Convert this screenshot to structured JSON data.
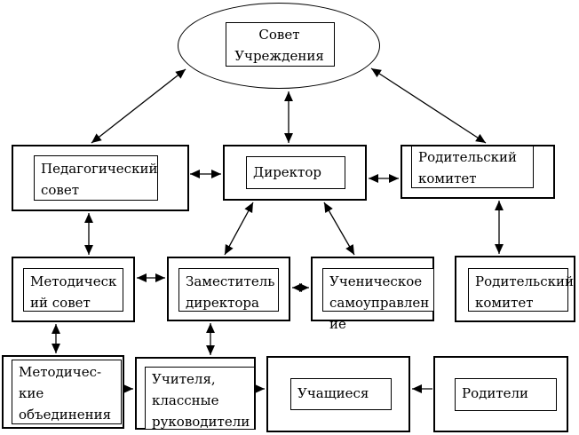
{
  "diagram": {
    "colors": {
      "line": "#000000",
      "background": "#ffffff"
    },
    "nodes": {
      "sovet": {
        "label": "Совет\nУчреждения"
      },
      "pedsovet": {
        "label": "Педагогический\nсовет"
      },
      "direktor": {
        "label": "Директор"
      },
      "rodkomitet_top": {
        "label": "Родительский\nкомитет"
      },
      "metodsovet": {
        "label": "Методическ\nий совет"
      },
      "zamdirektora": {
        "label": "Заместитель\nдиректора"
      },
      "uchensamoupr": {
        "label": "Ученическое\nсамоуправлен\nие"
      },
      "rodkomitet_bottom": {
        "label": "Родительский\nкомитет"
      },
      "metodobedineniya": {
        "label": "Методичес-\nкие\nобъединения"
      },
      "uchitelya": {
        "label": "Учителя,\nклассные\nруководители"
      },
      "uchashchiesya": {
        "label": "Учащиеся"
      },
      "roditeli": {
        "label": "Родители"
      }
    },
    "edges": [
      {
        "from": "sovet",
        "to": "pedsovet",
        "arrows": "both"
      },
      {
        "from": "sovet",
        "to": "direktor",
        "arrows": "both"
      },
      {
        "from": "sovet",
        "to": "rodkomitet_top",
        "arrows": "both"
      },
      {
        "from": "pedsovet",
        "to": "direktor",
        "arrows": "both"
      },
      {
        "from": "direktor",
        "to": "rodkomitet_top",
        "arrows": "both"
      },
      {
        "from": "pedsovet",
        "to": "metodsovet",
        "arrows": "both"
      },
      {
        "from": "direktor",
        "to": "zamdirektora",
        "arrows": "both"
      },
      {
        "from": "direktor",
        "to": "uchensamoupr",
        "arrows": "both"
      },
      {
        "from": "rodkomitet_top",
        "to": "rodkomitet_bottom",
        "arrows": "both"
      },
      {
        "from": "metodsovet",
        "to": "zamdirektora",
        "arrows": "both"
      },
      {
        "from": "zamdirektora",
        "to": "uchensamoupr",
        "arrows": "both"
      },
      {
        "from": "metodsovet",
        "to": "metodobedineniya",
        "arrows": "both"
      },
      {
        "from": "zamdirektora",
        "to": "uchitelya",
        "arrows": "both"
      },
      {
        "from": "metodobedineniya",
        "to": "uchitelya",
        "arrows": "forward"
      },
      {
        "from": "uchitelya",
        "to": "uchashchiesya",
        "arrows": "forward"
      },
      {
        "from": "roditeli",
        "to": "uchashchiesya",
        "arrows": "forward"
      }
    ]
  }
}
